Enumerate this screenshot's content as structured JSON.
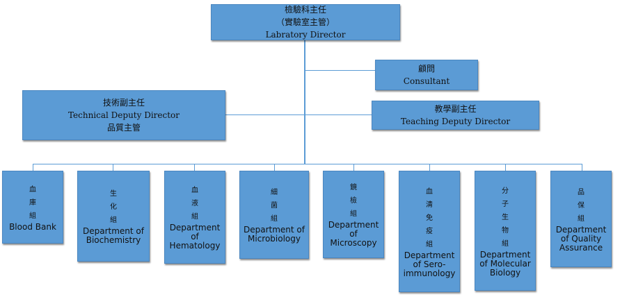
{
  "director": {
    "title_zh": "檢驗科主任",
    "subtitle_zh": "（實驗室主管）",
    "title_en": "Labratory Director"
  },
  "consultant": {
    "title_zh": "顧問",
    "title_en": "Consultant"
  },
  "technical_deputy": {
    "title_zh": "技術副主任",
    "title_en": "Technical Deputy Director",
    "subtitle_zh": "品質主管"
  },
  "teaching_deputy": {
    "title_zh": "教學副主任",
    "title_en": "Teaching Deputy Director"
  },
  "departments": [
    {
      "zh": [
        "血",
        "庫",
        "組"
      ],
      "en": [
        "Blood Bank"
      ]
    },
    {
      "zh": [
        "生",
        "化",
        "組"
      ],
      "en": [
        "Department of",
        "Biochemistry"
      ]
    },
    {
      "zh": [
        "血",
        "液",
        "組"
      ],
      "en": [
        "Department",
        "of",
        "Hematology"
      ]
    },
    {
      "zh": [
        "細",
        "菌",
        "組"
      ],
      "en": [
        "Department of",
        "Microbiology"
      ]
    },
    {
      "zh": [
        "鏡",
        "檢",
        "組"
      ],
      "en": [
        "Department",
        "of",
        "Microscopy"
      ]
    },
    {
      "zh": [
        "血",
        "清",
        "免",
        "疫",
        "組"
      ],
      "en": [
        "Department",
        "of Sero-",
        "immunology"
      ]
    },
    {
      "zh": [
        "分",
        "子",
        "生",
        "物",
        "組"
      ],
      "en": [
        "Department",
        "of Molecular",
        "Biology"
      ]
    },
    {
      "zh": [
        "品",
        "保",
        "組"
      ],
      "en": [
        "Department",
        "of Quality",
        "Assurance"
      ]
    }
  ]
}
